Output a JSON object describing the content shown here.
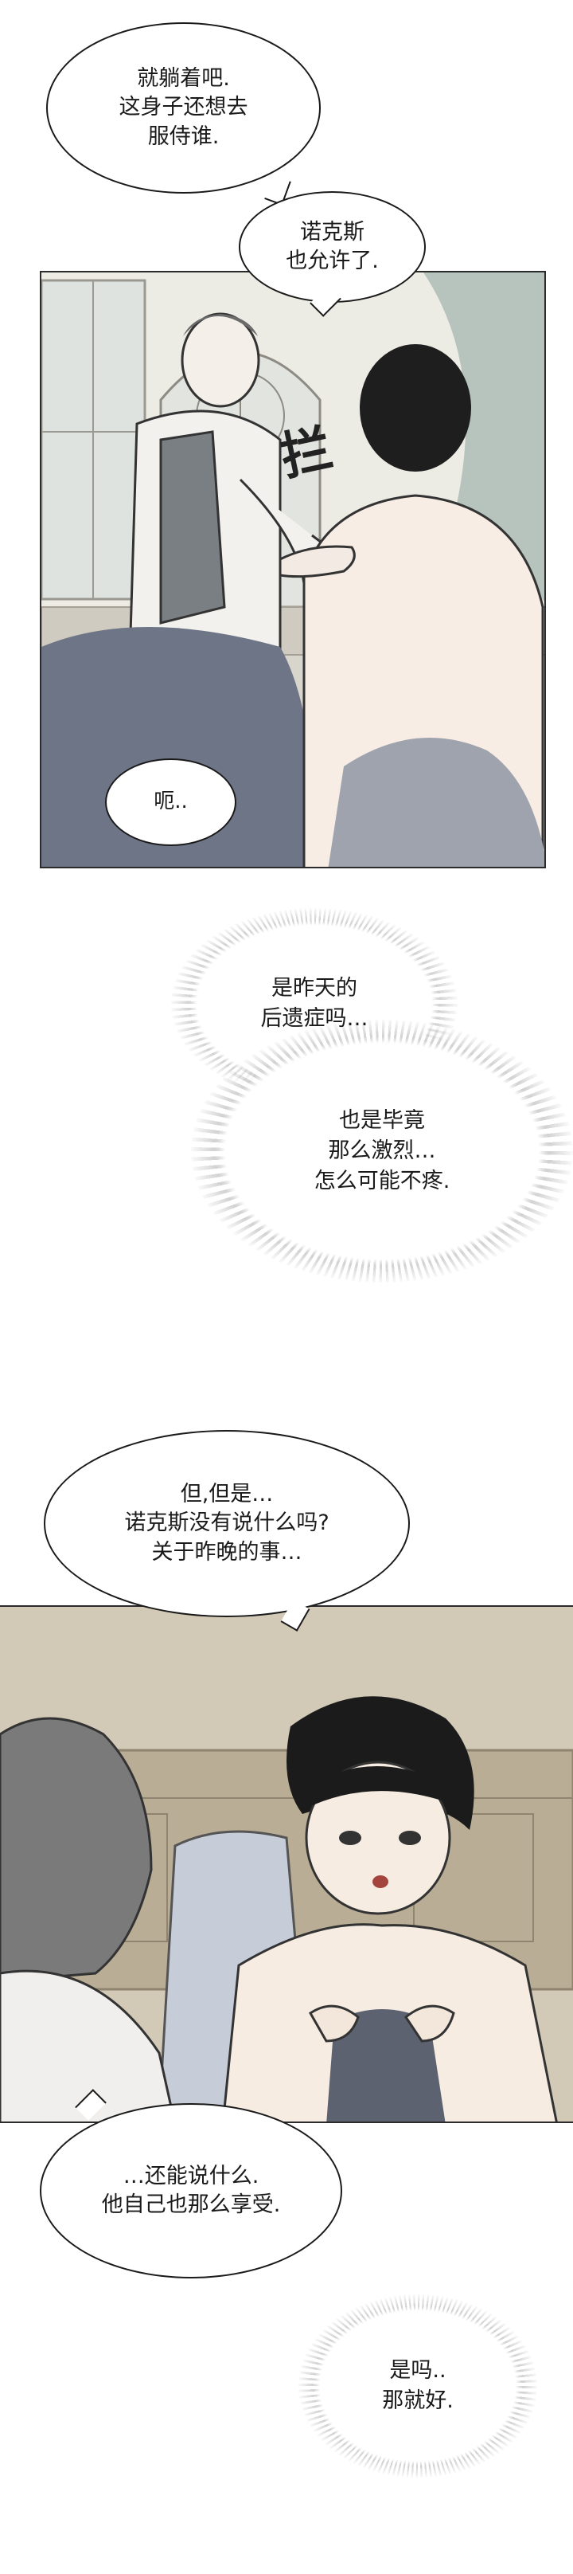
{
  "bubbles": {
    "b1": "就躺着吧.\n这身子还想去\n服侍谁.",
    "b2": "诺克斯\n也允许了.",
    "b3": "呃..",
    "t1": "是昨天的\n后遗症吗…",
    "t2": "也是毕竟\n那么激烈…\n怎么可能不疼.",
    "b4": "但,但是…\n诺克斯没有说什么吗?\n关于昨晚的事…",
    "b5": "…还能说什么.\n他自己也那么享受.",
    "t3": "是吗..\n那就好."
  },
  "sfx": "拦",
  "colors": {
    "panel1_bg": "#e9e7df",
    "panel2_bg": "#c9bfaa",
    "ink": "#1a1a1a"
  }
}
